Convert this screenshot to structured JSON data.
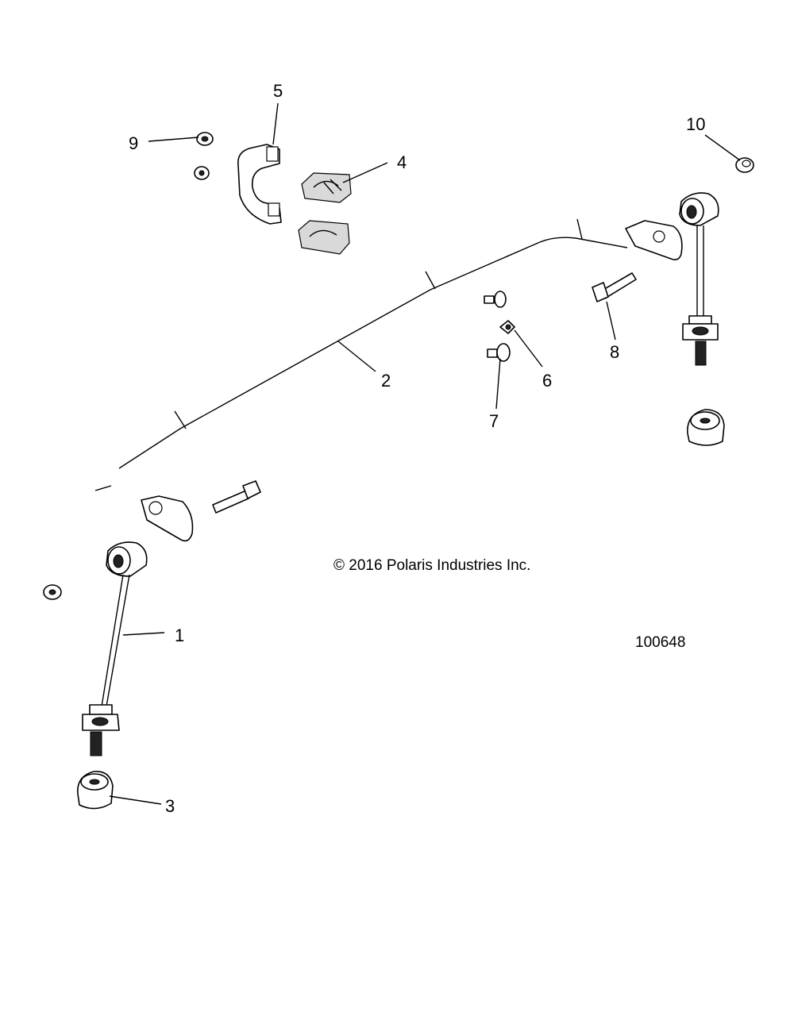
{
  "callouts": [
    "1",
    "2",
    "3",
    "4",
    "5",
    "6",
    "7",
    "8",
    "9",
    "10"
  ],
  "copyright": "© 2016 Polaris Industries Inc.",
  "diagram_id": "100648"
}
